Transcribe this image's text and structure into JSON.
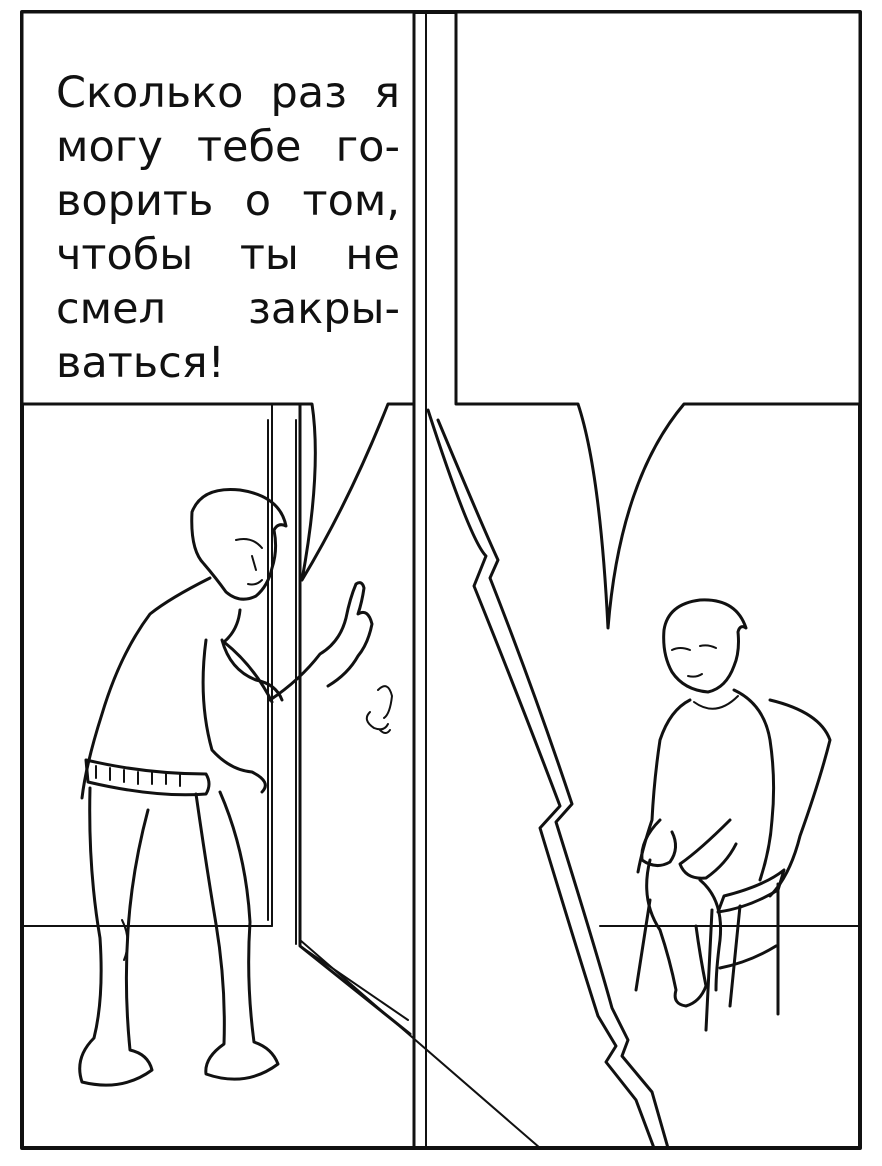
{
  "speech_bubble_left": {
    "lines": [
      "Сколько раз я",
      "могу тебе го-",
      "ворить о том,",
      "чтобы ты не",
      "смел закры-",
      "ваться!"
    ]
  },
  "speech_bubble_right": {
    "lines": []
  },
  "colors": {
    "ink": "#111111",
    "paper": "#ffffff"
  }
}
